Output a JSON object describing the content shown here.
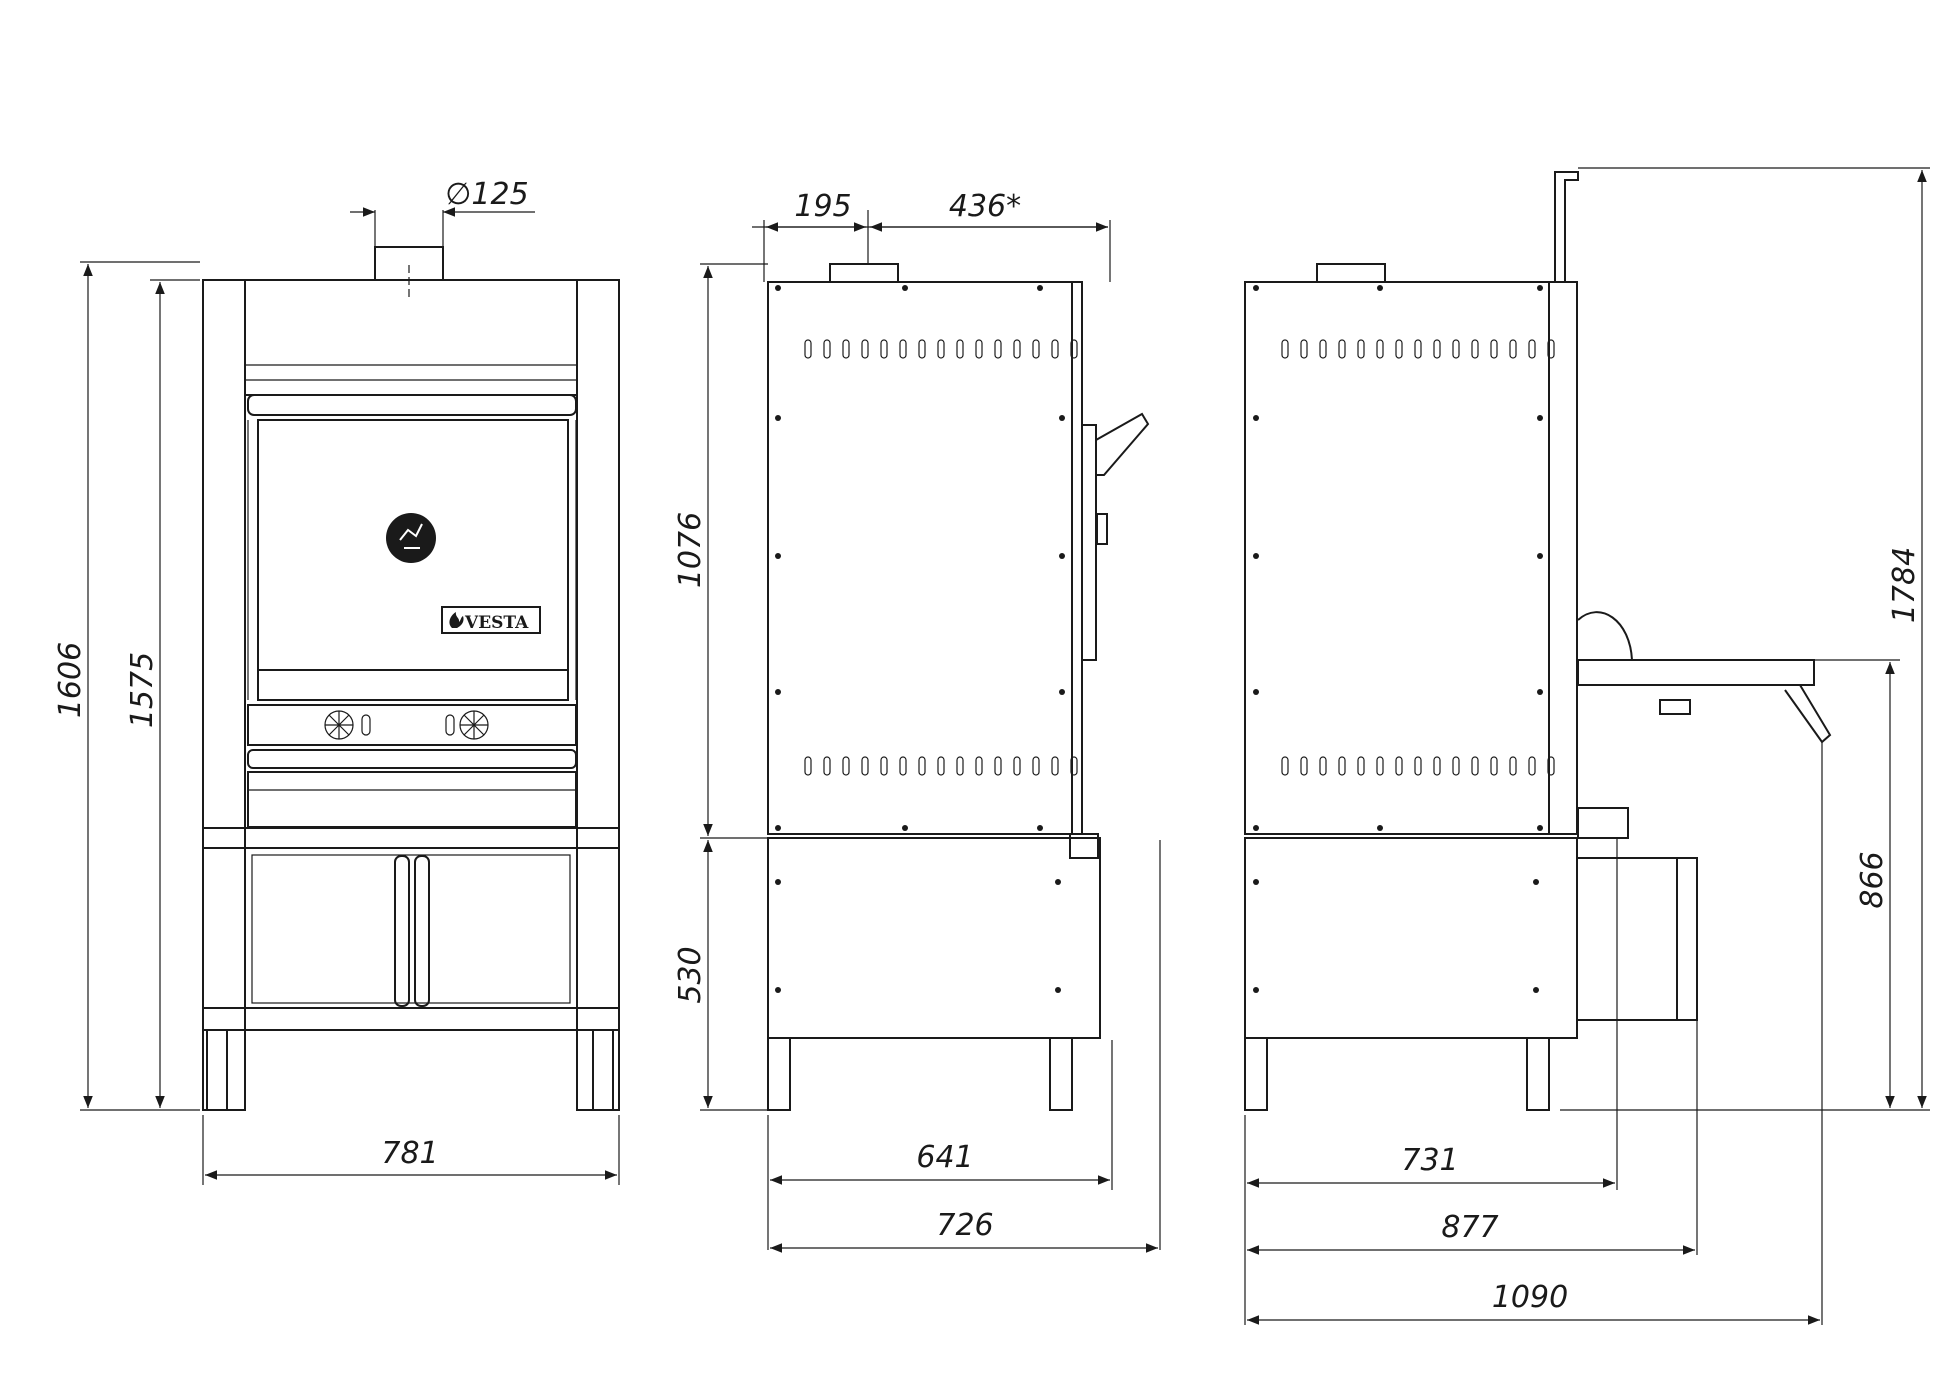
{
  "brand": {
    "logo_text": "VESTA"
  },
  "front_view": {
    "width_label": "781",
    "height_total_label": "1606",
    "height_body_label": "1575",
    "flue_diameter_label": "∅125"
  },
  "side_view": {
    "depth_label": "641",
    "depth_total_label": "726",
    "flue_offset_label": "195",
    "flue_to_back_label": "436*",
    "upper_height_label": "1076",
    "lower_height_label": "530"
  },
  "rear_view": {
    "depth_label": "731",
    "depth_with_duct_label": "877",
    "depth_with_shelf_label": "1090",
    "shelf_height_label": "866",
    "total_height_label": "1784"
  }
}
